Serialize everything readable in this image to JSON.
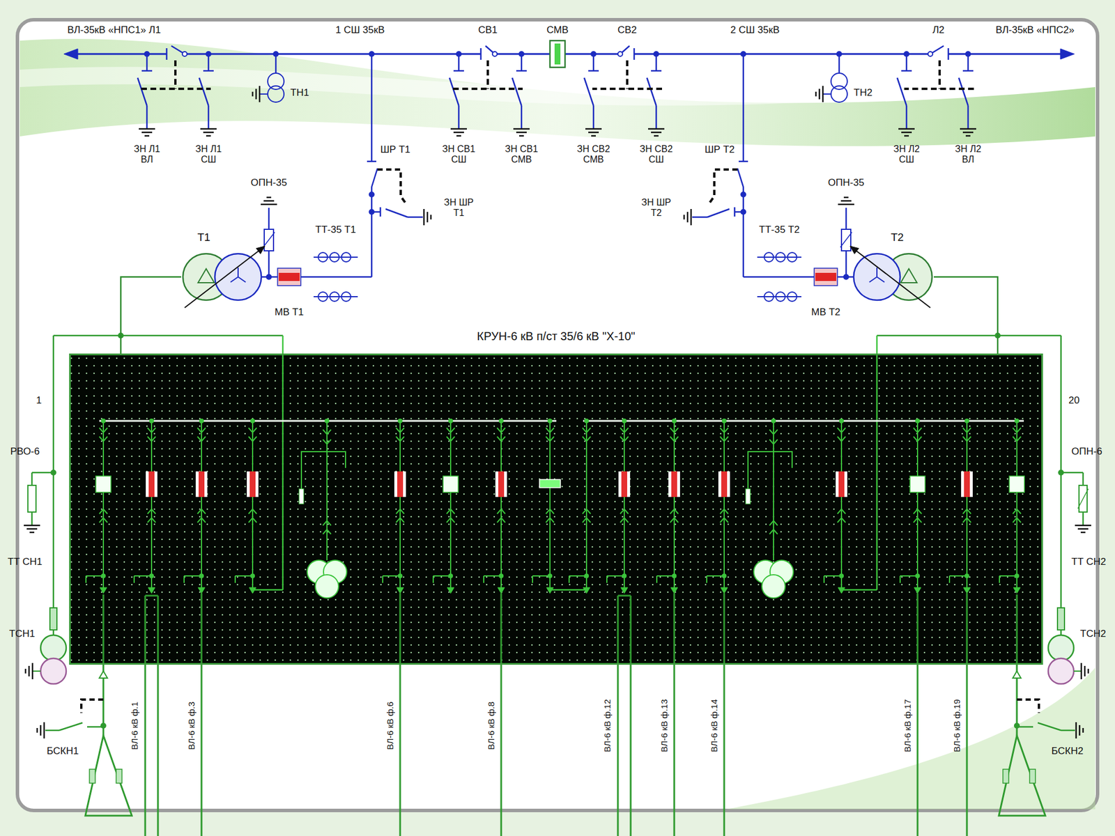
{
  "diagram": {
    "nodes": [
      {
        "text": [
          "КРУН-6 кВ п/ст 35/6 кВ \"Х-10\""
        ]
      },
      {
        "text": [
          "Т1"
        ]
      },
      {
        "text": [
          "Т2"
        ]
      }
    ],
    "edges": [
      {
        "from": 1,
        "to": 0,
        "arrow": "none"
      },
      {
        "from": 2,
        "to": 0,
        "arrow": "none"
      }
    ],
    "labels": [
      "ВЛ-35кВ «НПС1» Л1",
      "1 СШ 35кВ",
      "СВ1",
      "СМВ",
      "СВ2",
      "2 СШ 35кВ",
      "Л2",
      "ВЛ-35кВ «НПС2»",
      "ТН1",
      "ЗН Л1 ВЛ",
      "ЗН Л1 СШ",
      "ЗН СВ1 СШ",
      "ЗН СВ1 СМВ",
      "ЗН СВ2 СМВ",
      "ЗН СВ2 СШ",
      "ТН2",
      "ЗН Л2 СШ",
      "ЗН Л2 ВЛ",
      "ШР Т1",
      "ЗН ШР Т1",
      "ШР Т2",
      "ЗН ШР Т2",
      "ОПН-35",
      "ТТ-35 Т1",
      "МВ Т1",
      "ОПН-35",
      "ТТ-35 Т2",
      "МВ Т2",
      "1",
      "РВО-6",
      "ТТ СН1",
      "ТСН1",
      "БСКН1",
      "20",
      "ОПН-6",
      "ТТ СН2",
      "ТСН2",
      "БСКН2",
      "ВЛ-6 кВ ф.1",
      "ВЛ-6 кВ ф.3",
      "ВЛ-6 кВ ф.6",
      "ВЛ-6 кВ ф.8",
      "ВЛ-6 кВ ф.12",
      "ВЛ-6 кВ ф.13",
      "ВЛ-6 кВ ф.14",
      "ВЛ-6 кВ ф.17",
      "ВЛ-6 кВ ф.19"
    ]
  }
}
